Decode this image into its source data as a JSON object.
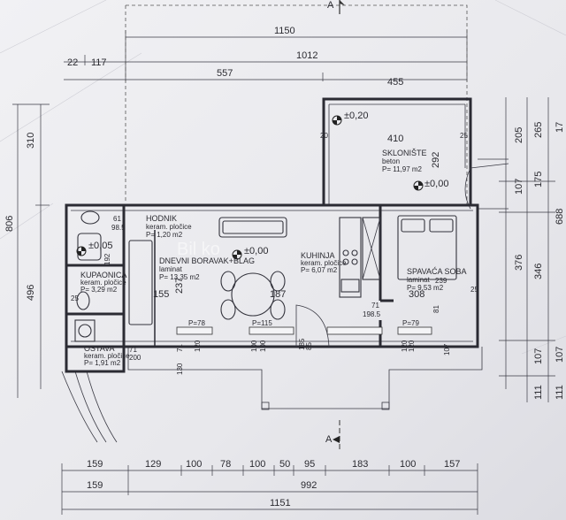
{
  "dims_top": [
    "1150",
    "22",
    "117",
    "1012",
    "557",
    "455"
  ],
  "dims_bottom": {
    "row1": [
      "159",
      "129",
      "100",
      "78",
      "100",
      "50",
      "95",
      "183",
      "100",
      "157"
    ],
    "row2": [
      "159",
      "992"
    ],
    "row3": [
      "1151"
    ]
  },
  "dims_left": [
    "310",
    "806",
    "496"
  ],
  "dims_right": [
    "205",
    "265",
    "17",
    "107",
    "175",
    "376",
    "346",
    "688",
    "107",
    "107",
    "111",
    "111"
  ],
  "section_marks": {
    "top": "A",
    "bottom": "A"
  },
  "levels": {
    "shelter": "±0,20",
    "ground": "±0,00",
    "living": "±0,00",
    "bath": "±0,05"
  },
  "rooms": {
    "hodnik": {
      "name": "HODNIK",
      "floor": "keram. pločice",
      "area": "P= 1,20 m2"
    },
    "dnevni": {
      "name": "DNEVNI BORAVAK+BLAG",
      "floor": "laminat",
      "area": "P= 13,35 m2"
    },
    "kuhinja": {
      "name": "KUHINJA",
      "floor": "keram. pločice",
      "area": "P= 6,07 m2"
    },
    "spavaca": {
      "name": "SPAVAĆA SOBA",
      "floor": "laminat",
      "area": "P= 9,53 m2"
    },
    "kupaonica": {
      "name": "KUPAONICA",
      "floor": "keram. pločice",
      "area": "P= 3,29 m2"
    },
    "ostava": {
      "name": "OSTAVA",
      "floor": "keram. pločice",
      "area": "P= 1,91 m2"
    },
    "sklonište": {
      "name": "SKLONIŠTE",
      "floor": "beton",
      "area": "P= 11,97 m2"
    }
  },
  "interior_dims": [
    "410",
    "292",
    "20",
    "25",
    "61",
    "98.5",
    "192",
    "237",
    "155",
    "187",
    "308",
    "239",
    "81",
    "71",
    "198.5",
    "25",
    "25",
    "71",
    "200",
    "130",
    "71",
    "120",
    "100",
    "100",
    "185",
    "85",
    "120",
    "120",
    "107"
  ],
  "openings": [
    "P=78",
    "P=115",
    "P=79"
  ],
  "watermark": "Bil  ko"
}
